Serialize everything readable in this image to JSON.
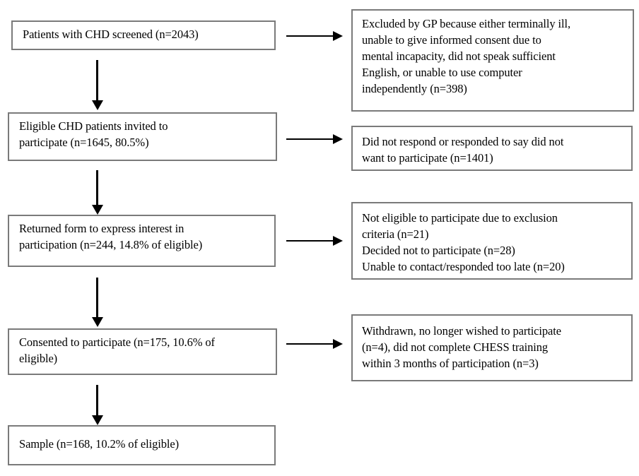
{
  "diagram": {
    "title": "CHD patient recruitment flow diagram",
    "type": "flowchart",
    "line_color": "#000000",
    "box_border_color": "#7a7a7a",
    "background_color": "#ffffff",
    "main_flow": [
      {
        "id": "screened",
        "label": "Patients with CHD screened (n=2043)",
        "n": 2043
      },
      {
        "id": "invited",
        "label": "Eligible CHD patients invited to\nparticipate (n=1645, 80.5%)",
        "n": 1645,
        "percent": "80.5%"
      },
      {
        "id": "returned-form",
        "label": "Returned form to express interest in\nparticipation (n=244, 14.8% of eligible)",
        "n": 244,
        "percent": "14.8%"
      },
      {
        "id": "consented",
        "label": "Consented to participate (n=175, 10.6% of\neligible)",
        "n": 175,
        "percent": "10.6%"
      },
      {
        "id": "sample",
        "label": "Sample (n=168, 10.2% of eligible)",
        "n": 168,
        "percent": "10.2%"
      }
    ],
    "exclusions": [
      {
        "id": "excluded-by-gp",
        "label": "Excluded by GP because either terminally ill,\nunable to give informed consent due to\nmental incapacity, did not speak sufficient\nEnglish, or unable to use computer\nindependently (n=398)",
        "n": 398
      },
      {
        "id": "no-response",
        "label": "Did not respond or responded to say did not\nwant to participate (n=1401)",
        "n": 1401
      },
      {
        "id": "not-eligible",
        "label": "Not eligible to participate due to exclusion\ncriteria (n=21)\nDecided not to participate (n=28)\nUnable to contact/responded too late (n=20)",
        "n": [
          21,
          28,
          20
        ]
      },
      {
        "id": "withdrawn",
        "label": "Withdrawn, no longer wished to participate\n(n=4), did not complete CHESS training\nwithin 3 months of participation (n=3)",
        "n": [
          4,
          3
        ]
      }
    ],
    "connectors": {
      "vertical": [
        "screened-to-invited",
        "invited-to-returned-form",
        "returned-form-to-consented",
        "consented-to-sample"
      ],
      "horizontal": [
        "screened-to-excluded-by-gp",
        "invited-to-no-response",
        "returned-form-to-not-eligible",
        "consented-to-withdrawn"
      ]
    }
  }
}
